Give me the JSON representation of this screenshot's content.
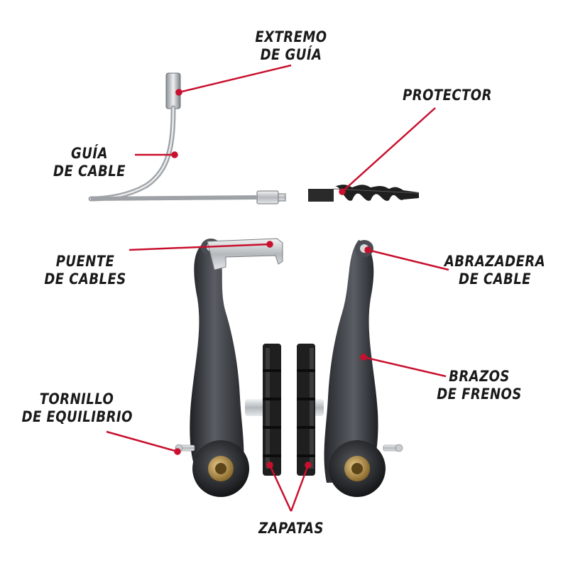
{
  "labels": {
    "extremo_guia": [
      "EXTREMO",
      "DE GUÍA"
    ],
    "protector": [
      "PROTECTOR"
    ],
    "guia_cable": [
      "GUÍA",
      "DE CABLE"
    ],
    "puente_cables": [
      "PUENTE",
      "DE CABLES"
    ],
    "abrazadera_cable": [
      "ABRAZADERA",
      "DE CABLE"
    ],
    "brazos_frenos": [
      "BRAZOS",
      "DE FRENOS"
    ],
    "tornillo_equilibrio": [
      "TORNILLO",
      "DE EQUILIBRIO"
    ],
    "zapatas": [
      "ZAPATAS"
    ]
  },
  "colors": {
    "leader": "#c8102e",
    "text": "#1a1a1a",
    "metal": "#b8bcc0",
    "arm": "#3a3d42",
    "rubber": "#1f1f1f"
  }
}
